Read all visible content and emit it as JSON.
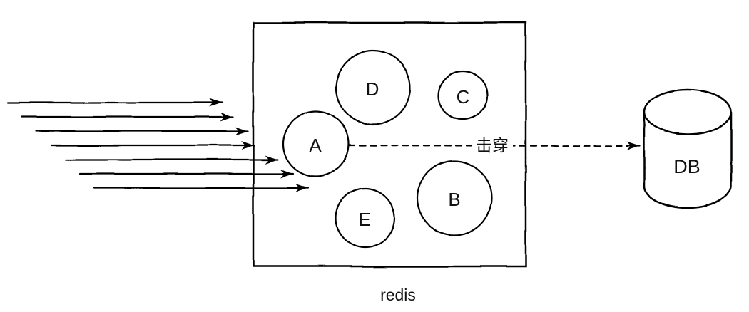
{
  "diagram": {
    "background_color": "#ffffff",
    "line_color": "#000000",
    "text_color": "#111111",
    "redis_box": {
      "label": "redis"
    },
    "cache_nodes": [
      {
        "id": "A",
        "label": "A"
      },
      {
        "id": "B",
        "label": "B"
      },
      {
        "id": "C",
        "label": "C"
      },
      {
        "id": "D",
        "label": "D"
      },
      {
        "id": "E",
        "label": "E"
      }
    ],
    "database": {
      "label": "DB"
    },
    "breakdown_arrow": {
      "label": "击穿"
    },
    "incoming_request_arrows": {
      "count": 7
    }
  }
}
